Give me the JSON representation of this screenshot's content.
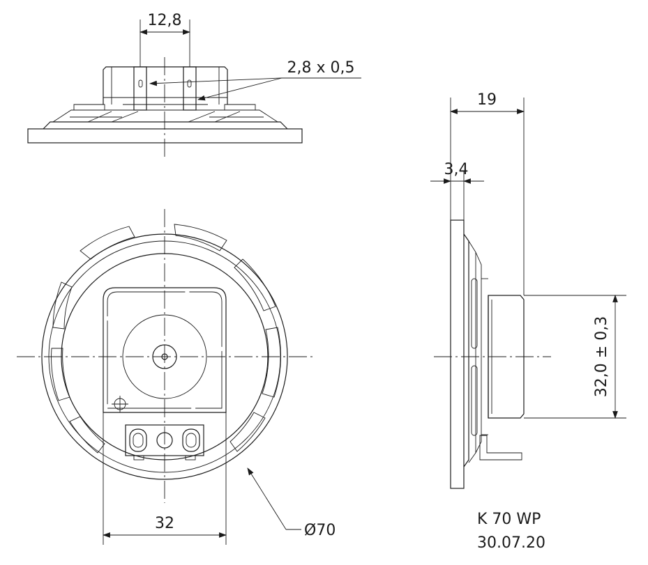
{
  "dimensions": {
    "terminal_spacing": "12,8",
    "terminal_size": "2,8 x 0,5",
    "total_depth": "19",
    "frame_depth": "3,4",
    "magnet_diameter": "32,0 ± 0,3",
    "mounting_width": "32",
    "outer_diameter": "Ø70"
  },
  "title_block": {
    "model": "K 70 WP",
    "date": "30.07.20"
  }
}
